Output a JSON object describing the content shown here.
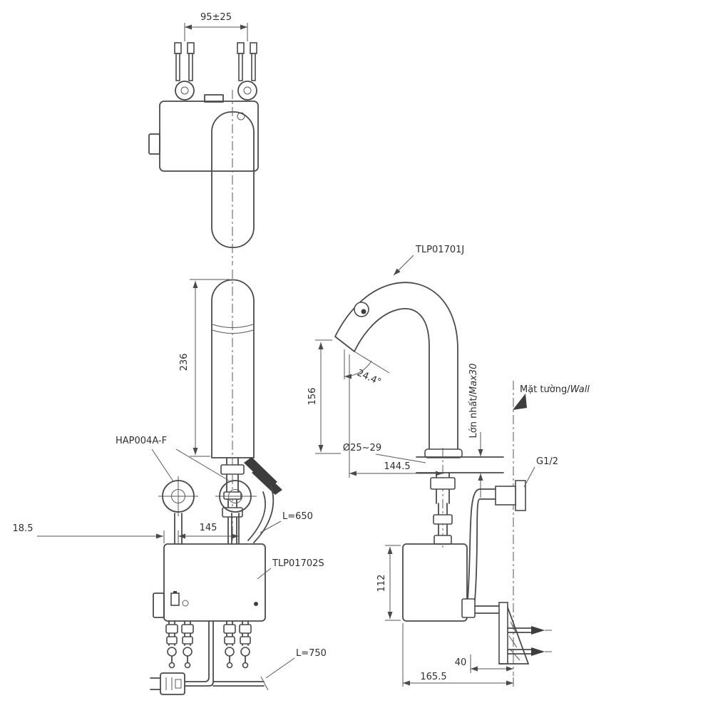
{
  "colors": {
    "line": "#4a4a4a",
    "text": "#2e2e2e",
    "background": "#ffffff"
  },
  "labels": {
    "dim_spacing": "95±25",
    "part_spout": "TLP01701J",
    "dim_spout_height": "236",
    "dim_outlet_height": "156",
    "dim_angle": "24.4°",
    "wall_vi": "Mặt tường/",
    "wall_en": "Wall",
    "max_vi": "Lớn nhất/",
    "max_en": "Max30",
    "part_nut": "HAP004A-F",
    "dim_hole": "Ø25~29",
    "dim_reach": "144.5",
    "thread": "G1/2",
    "hose_left": "L=650",
    "dim_offset": "18.5",
    "dim_pitch": "145",
    "part_controller": "TLP01702S",
    "dim_box_height": "112",
    "cable": "L=750",
    "dim_wall_offset": "40",
    "dim_box_wall": "165.5"
  }
}
